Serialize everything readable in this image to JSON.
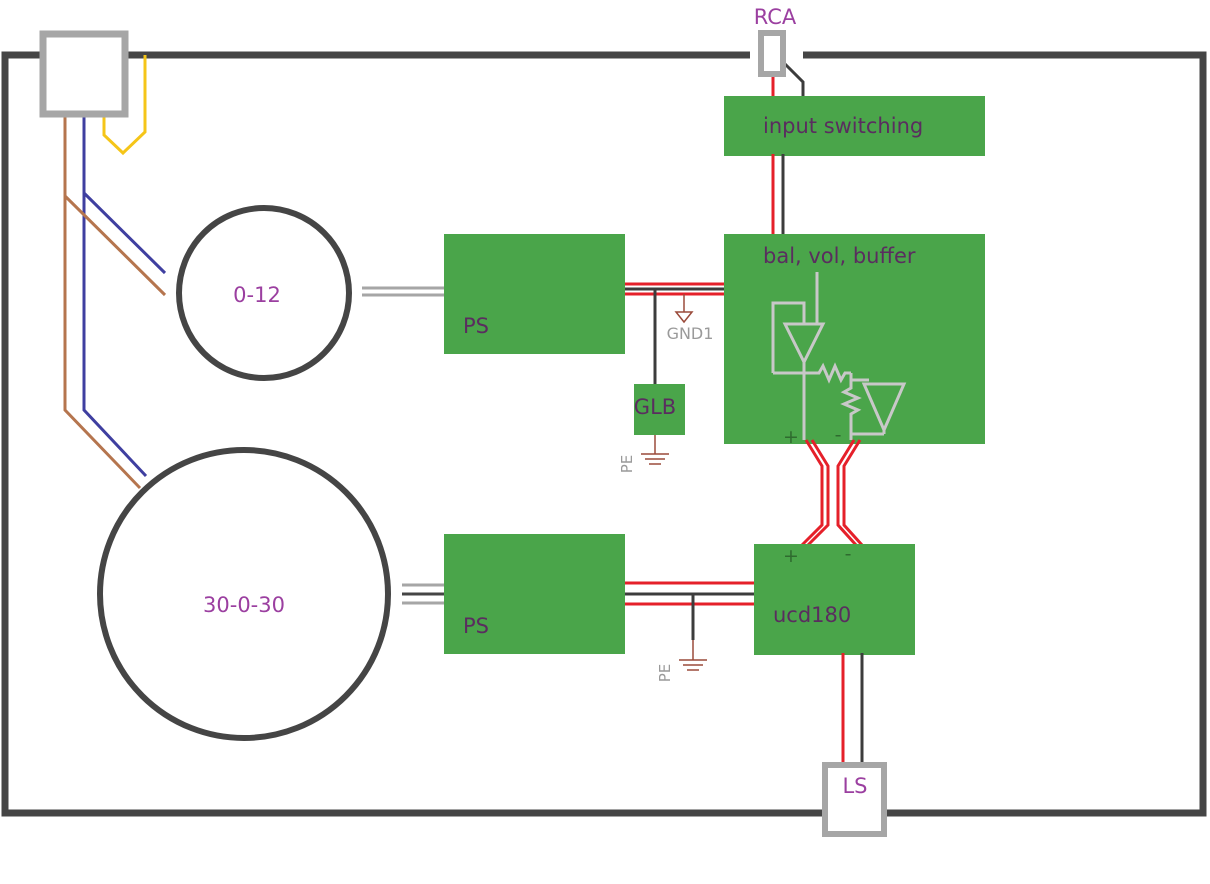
{
  "connectors": {
    "rca": "RCA",
    "ls": "LS"
  },
  "transformers": {
    "small": "0-12",
    "large": "30-0-30"
  },
  "modules": {
    "input_switching": "input switching",
    "bal_vol_buffer": "bal, vol, buffer",
    "ps_top": "PS",
    "ps_bottom": "PS",
    "glb": "GLB",
    "ucd": "ucd180"
  },
  "ground_labels": {
    "gnd1": "GND1",
    "pe_top": "PE",
    "pe_bottom": "PE"
  },
  "polarity": {
    "buffer_plus": "+",
    "buffer_minus": "-",
    "ucd_plus": "+",
    "ucd_minus": "-"
  },
  "colors": {
    "module_green": "#4aa54a",
    "enclosure": "#454545",
    "connector_grey": "#a6a6a6",
    "wire_red": "#e5202a",
    "wire_dark": "#3c3c3c",
    "wire_brown": "#b5754e",
    "wire_blue": "#3f3fa0",
    "wire_yellow": "#f5c518",
    "ground_symbol": "#9a4a3a"
  }
}
